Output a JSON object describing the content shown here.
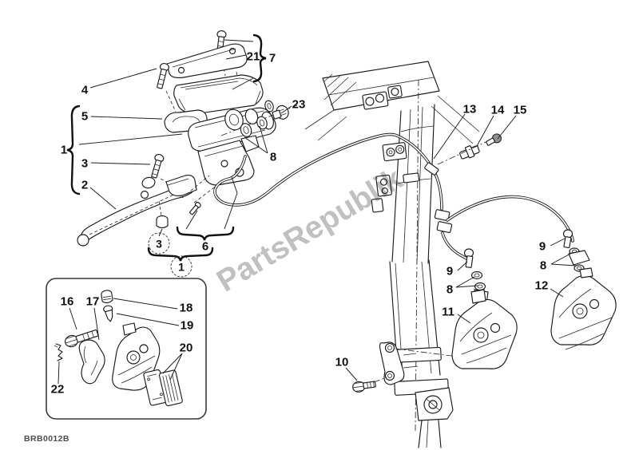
{
  "diagram": {
    "drawing_code": "BRB0012B",
    "watermark": "PartsRepublik",
    "callouts": {
      "c1": "1",
      "c2": "2",
      "c3": "3",
      "c4": "4",
      "c5": "5",
      "c6": "6",
      "c7": "7",
      "c8_master": "8",
      "c9_left": "9",
      "c8_left": "8",
      "c9_right": "9",
      "c8_right": "8",
      "c10": "10",
      "c11": "11",
      "c12": "12",
      "c13": "13",
      "c14": "14",
      "c15": "15",
      "c16": "16",
      "c17": "17",
      "c18": "18",
      "c19": "19",
      "c20": "20",
      "c21": "21",
      "c22": "22",
      "c23": "23",
      "ref_3_circled": "3",
      "ref_1_circled": "1"
    },
    "colors": {
      "line": "#1c1c1c",
      "label": "#111111",
      "watermark": "#c0c0c0",
      "background": "#ffffff"
    }
  }
}
